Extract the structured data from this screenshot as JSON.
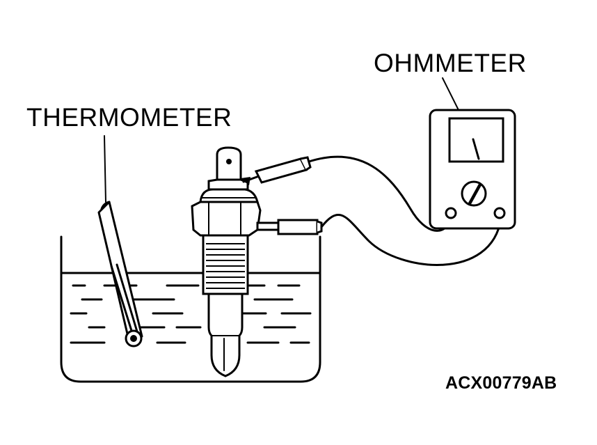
{
  "labels": {
    "thermometer": "THERMOMETER",
    "ohmmeter": "OHMMETER",
    "figure_code": "ACX00779AB"
  }
}
